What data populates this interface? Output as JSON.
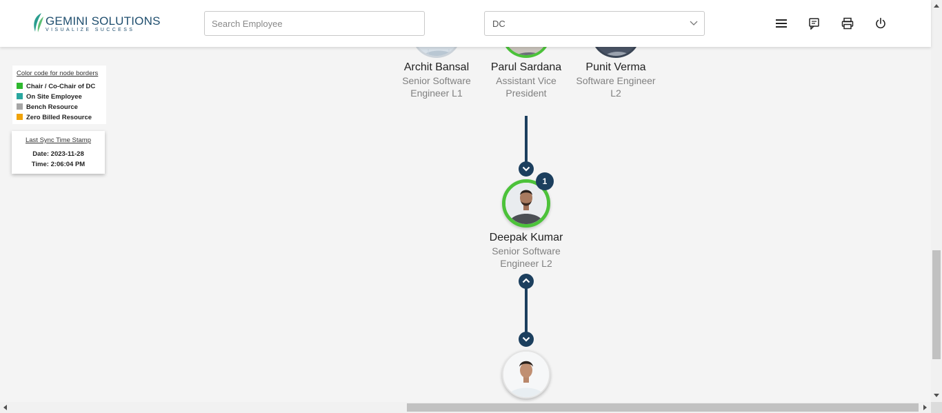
{
  "header": {
    "logo": {
      "name": "GEMINI SOLUTIONS",
      "tagline": "VISUALIZE SUCCESS"
    },
    "search": {
      "placeholder": "Search Employee",
      "value": ""
    },
    "dc_select": {
      "value": "DC"
    },
    "icons": [
      "menu-icon",
      "feedback-icon",
      "print-icon",
      "power-icon"
    ]
  },
  "legend": {
    "title": "Color code for node borders",
    "items": [
      {
        "label": "Chair / Co-Chair of DC",
        "color": "#2eb82e"
      },
      {
        "label": "On Site Employee",
        "color": "#2aa7a0"
      },
      {
        "label": "Bench Resource",
        "color": "#a6a6a6"
      },
      {
        "label": "Zero Billed Resource",
        "color": "#f0a30a"
      }
    ]
  },
  "sync": {
    "title": "Last Sync Time Stamp",
    "date": "Date: 2023-11-28",
    "time": "Time: 2:06:04 PM"
  },
  "org": {
    "top_row": [
      {
        "name": "Archit Bansal",
        "title": "Senior Software Engineer L1"
      },
      {
        "name": "Parul Sardana",
        "title": "Assistant Vice President"
      },
      {
        "name": "Punit Verma",
        "title": "Software Engineer L2"
      }
    ],
    "center": {
      "name": "Deepak Kumar",
      "title": "Senior Software Engineer L2",
      "badge": "1"
    },
    "colors": {
      "chair_border": "#4cc23a",
      "connector": "#1c3f5e"
    }
  }
}
